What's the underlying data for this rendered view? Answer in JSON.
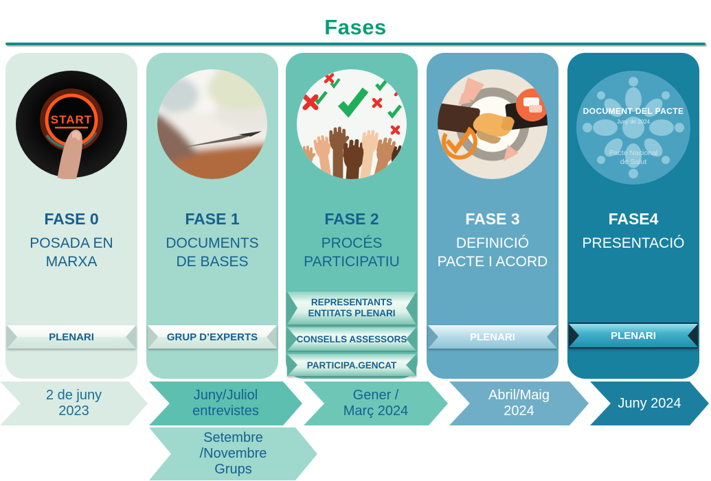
{
  "title": "Fases",
  "accent": {
    "title_color": "#089d77",
    "rule_color": "#0e8d89",
    "dark_blue": "#15608f"
  },
  "phases": [
    {
      "fase": "FASE 0",
      "name": "POSADA EN\nMARXA",
      "image": "start-button-photo",
      "bg": "#d9ebe3",
      "text_color": "#15608f",
      "banners": [
        "PLENARI"
      ]
    },
    {
      "fase": "FASE 1",
      "name": "DOCUMENTS\nDE BASES",
      "image": "book-pen-photo",
      "bg": "#a3d8cd",
      "text_color": "#15608f",
      "banners": [
        "GRUP D’EXPERTS"
      ]
    },
    {
      "fase": "FASE 2",
      "name": "PROCÉS\nPARTICIPATIU",
      "image": "raised-hands-illustration",
      "bg": "#69c3b4",
      "text_color": "#15608f",
      "banners": [
        "REPRESENTANTS\nENTITATS PLENARI",
        "CONSELLS ASSESSORS",
        "PARTICIPA.GENCAT"
      ]
    },
    {
      "fase": "FASE 3",
      "name": "DEFINICIÓ\nPACTE I ACORD",
      "image": "handshake-illustration",
      "bg": "#63a9c3",
      "text_color": "#ffffff",
      "banners": [
        "PLENARI"
      ]
    },
    {
      "fase": "FASE4",
      "name": "PRESENTACIÓ",
      "image": "pacte-document-badge",
      "bg": "#17819f",
      "text_color": "#ffffff",
      "banners": [
        "PLENARI"
      ],
      "badge": {
        "line1": "DOCUMENT DEL PACTE",
        "line2": "Juny de 2024",
        "line3": "Pacte Nacional\nde Salut"
      }
    }
  ],
  "timeline": [
    {
      "label": "2 de juny\n2023",
      "bg": "#d9ebe3",
      "text_color": "#186d95"
    },
    {
      "label": "Juny/Juliol\nentrevistes",
      "bg": "#5cbfaf",
      "text_color": "#15608f"
    },
    {
      "label": "Gener /\nMarç 2024",
      "bg": "#6ec6b7",
      "text_color": "#15608f"
    },
    {
      "label": "Abril/Maig\n2024",
      "bg": "#6faec6",
      "text_color": "#ffffff"
    },
    {
      "label": "Juny 2024",
      "bg": "#1c7fa0",
      "text_color": "#ffffff"
    }
  ],
  "timeline_row2": {
    "label": "Setembre\n/Novembre\nGrups",
    "bg": "#9fd8cc",
    "text_color": "#15608f"
  }
}
